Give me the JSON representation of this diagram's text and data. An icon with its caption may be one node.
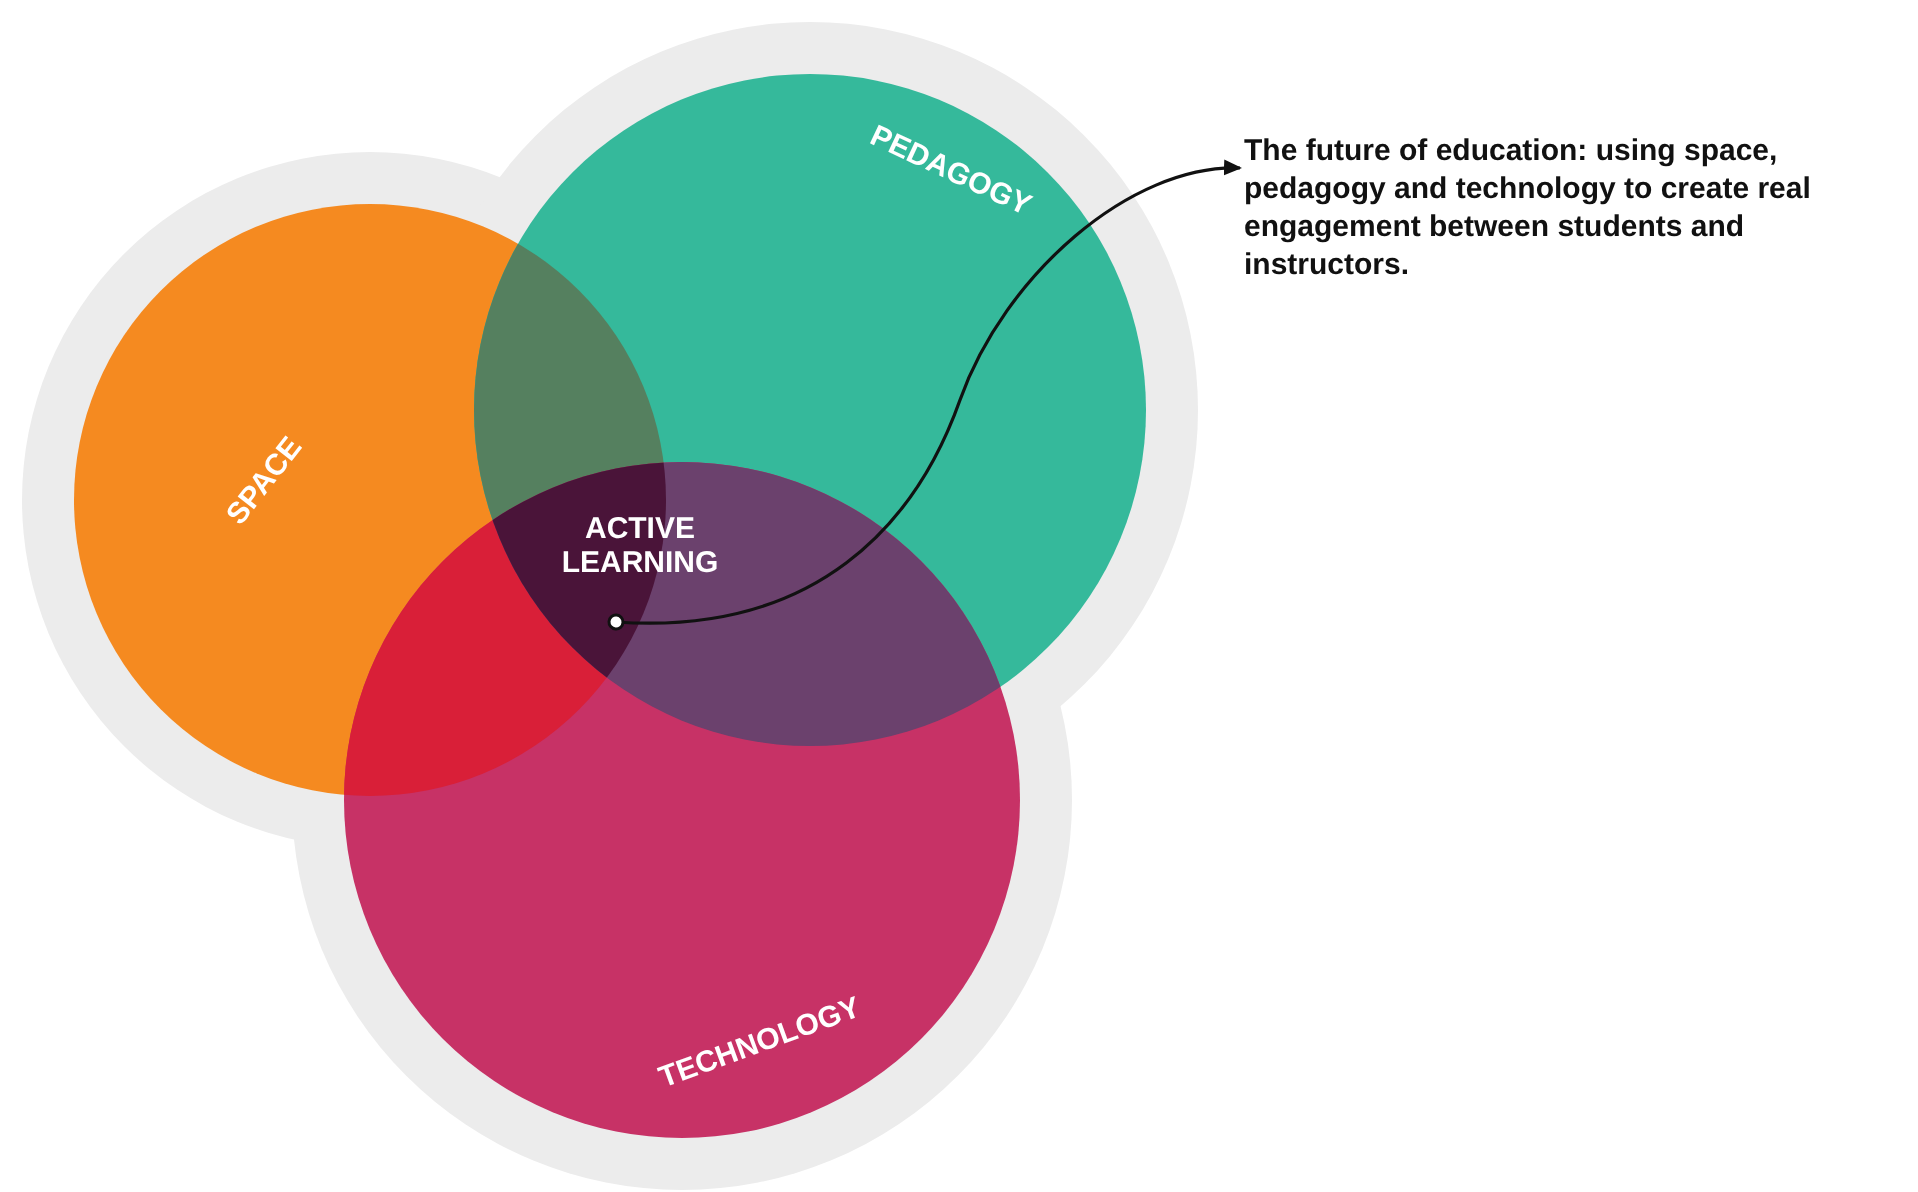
{
  "diagram": {
    "nodes": [
      {
        "text": [
          "SPACE"
        ]
      },
      {
        "text": [
          "PEDAGOGY"
        ]
      },
      {
        "text": [
          "TECHNOLOGY"
        ]
      },
      {
        "text": [
          "ACTIVE LEARNING"
        ]
      },
      {
        "text": [
          "The future of education: using space, pedagogy and technology to create real engagement between students and instructors."
        ]
      }
    ],
    "edges": [
      {
        "from": 3,
        "to": 4,
        "arrow": "to"
      }
    ]
  }
}
